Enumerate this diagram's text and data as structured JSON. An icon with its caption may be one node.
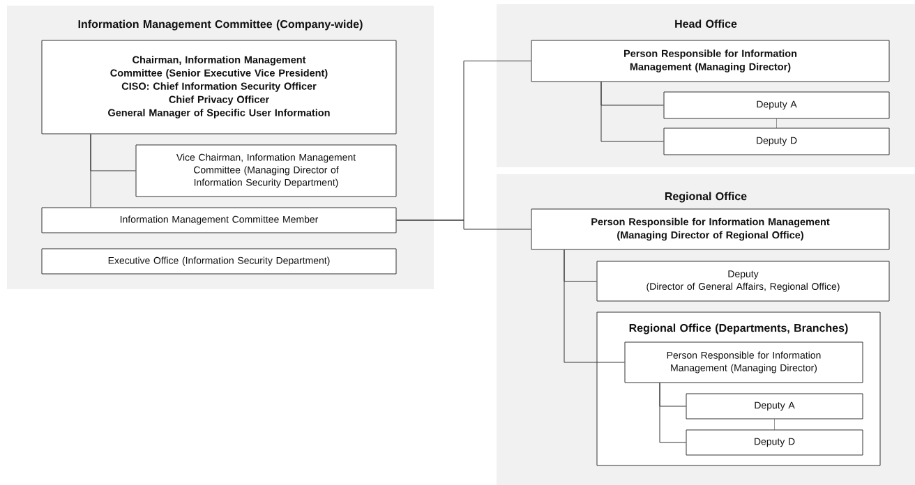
{
  "diagram": {
    "nodes": [
      {
        "text": [
          "Information Management Committee (Company-wide)"
        ]
      },
      {
        "text": [
          "Chairman, Information Management Committee (Senior Executive Vice President)",
          "CISO: Chief Information Security Officer",
          "Chief Privacy Officer",
          "General Manager of Specific User Information"
        ],
        "in": 0
      },
      {
        "text": [
          "Vice Chairman, Information Management Committee (Managing Director of Information Security Department)"
        ],
        "in": 0
      },
      {
        "text": [
          "Information Management Committee Member"
        ],
        "in": 0
      },
      {
        "text": [
          "Executive Office (Information Security Department)"
        ],
        "in": 0
      },
      {
        "text": [
          "Head Office"
        ]
      },
      {
        "text": [
          "Person Responsible for Information Management (Managing Director)"
        ],
        "in": 5
      },
      {
        "text": [
          "Deputy A"
        ],
        "in": 5
      },
      {
        "text": [
          "Deputy D"
        ],
        "in": 5
      },
      {
        "text": [
          "Regional Office"
        ]
      },
      {
        "text": [
          "Person Responsible for Information Management (Managing Director of Regional Office)"
        ],
        "in": 9
      },
      {
        "text": [
          "Deputy",
          "(Director of General Affairs, Regional Office)"
        ],
        "in": 9
      },
      {
        "text": [
          "Regional Office (Departments, Branches)"
        ],
        "in": 9
      },
      {
        "text": [
          "Person Responsible for Information Management (Managing Director)"
        ],
        "in": 12
      },
      {
        "text": [
          "Deputy A"
        ],
        "in": 12
      },
      {
        "text": [
          "Deputy D"
        ],
        "in": 12
      }
    ],
    "edges": [
      {
        "from": 1,
        "to": 2,
        "arrow": "none"
      },
      {
        "from": 1,
        "to": 3,
        "arrow": "none"
      },
      {
        "from": 3,
        "to": 6,
        "arrow": "none"
      },
      {
        "from": 3,
        "to": 10,
        "arrow": "none"
      },
      {
        "from": 6,
        "to": 7,
        "arrow": "none"
      },
      {
        "from": 6,
        "to": 8,
        "arrow": "none"
      },
      {
        "from": 7,
        "to": 8,
        "arrow": "none",
        "style": "dashed"
      },
      {
        "from": 10,
        "to": 11,
        "arrow": "none"
      },
      {
        "from": 10,
        "to": 13,
        "arrow": "none"
      },
      {
        "from": 13,
        "to": 14,
        "arrow": "none"
      },
      {
        "from": 13,
        "to": 15,
        "arrow": "none"
      },
      {
        "from": 14,
        "to": 15,
        "arrow": "none",
        "style": "dashed"
      }
    ]
  }
}
